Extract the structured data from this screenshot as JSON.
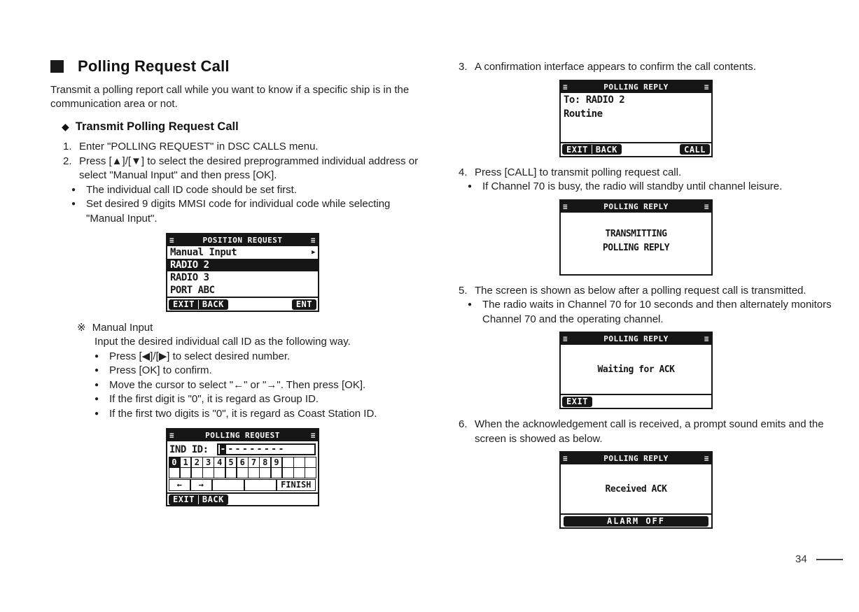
{
  "icons": {
    "bars": "≡",
    "submenu_arrow": "▶",
    "bullet": "●",
    "diamond": "◆",
    "ref_mark": "※"
  },
  "page": {
    "number": "34"
  },
  "left": {
    "title": "Polling Request Call",
    "intro": "Transmit a polling report call while you want to know if a specific ship is in the communication area or not.",
    "subheading": "Transmit Polling Request Call",
    "steps": [
      {
        "num": "1.",
        "text": "Enter \"POLLING REQUEST\" in DSC CALLS menu."
      },
      {
        "num": "2.",
        "text": "Press [▲]/[▼] to select the desired preprogrammed individual address or select \"Manual Input\" and then press [OK]."
      }
    ],
    "bullets": [
      "The individual call ID code should be set first.",
      "Set desired 9 digits MMSI code for individual code while selecting \"Manual Input\"."
    ],
    "manual_input": {
      "title": "Manual Input",
      "desc": "Input the desired individual call ID as the following way.",
      "bullets": [
        "Press [◀]/[▶] to select desired number.",
        "Press [OK] to confirm.",
        "Move the cursor to select \"←\" or \"→\". Then press [OK].",
        "If the first digit is \"0\", it is regard as Group ID.",
        "If the first two digits is \"0\", it is regard as Coast Station ID."
      ]
    }
  },
  "right": {
    "steps": [
      {
        "num": "3.",
        "text": "A confirmation interface appears to confirm the call contents."
      },
      {
        "num": "4.",
        "text": "Press [CALL] to transmit polling request call."
      },
      {
        "num": "5.",
        "text": "The screen is shown as below after a polling request call is transmitted."
      },
      {
        "num": "6.",
        "text": "When the acknowledgement call is received,  a prompt sound emits and the screen is showed as below."
      }
    ],
    "bullet4": "If Channel 70 is busy, the radio will standby until channel leisure.",
    "bullet5": "The radio waits in Channel 70 for 10 seconds and then alternately monitors Channel 70 and the operating channel."
  },
  "screens": {
    "position_request": {
      "title": "POSITION REQUEST",
      "items": [
        {
          "label": "Manual Input"
        },
        {
          "label": "RADIO 2"
        },
        {
          "label": "RADIO 3"
        },
        {
          "label": "PORT ABC"
        }
      ],
      "softkeys": {
        "exit": "EXIT",
        "back": "BACK",
        "ent": "ENT"
      }
    },
    "polling_request": {
      "title": "POLLING REQUEST",
      "field_label": "IND ID:",
      "cursor_char": "-",
      "field_rest": "--------",
      "keys": [
        "0",
        "1",
        "2",
        "3",
        "4",
        "5",
        "6",
        "7",
        "8",
        "9"
      ],
      "arrow_left": "←",
      "arrow_right": "→",
      "finish": "FINISH",
      "softkeys": {
        "exit": "EXIT",
        "back": "BACK"
      }
    },
    "confirm": {
      "title": "POLLING REPLY",
      "to_line": "To: RADIO 2",
      "category": "Routine",
      "softkeys": {
        "exit": "EXIT",
        "back": "BACK",
        "call": "CALL"
      }
    },
    "transmitting": {
      "title": "POLLING REPLY",
      "line1": "TRANSMITTING",
      "line2": "POLLING REPLY"
    },
    "waiting": {
      "title": "POLLING REPLY",
      "message": "Waiting for ACK",
      "softkeys": {
        "exit": "EXIT"
      }
    },
    "received": {
      "title": "POLLING REPLY",
      "message": "Received ACK",
      "softkeys": {
        "alarm_off": "ALARM OFF"
      }
    }
  }
}
